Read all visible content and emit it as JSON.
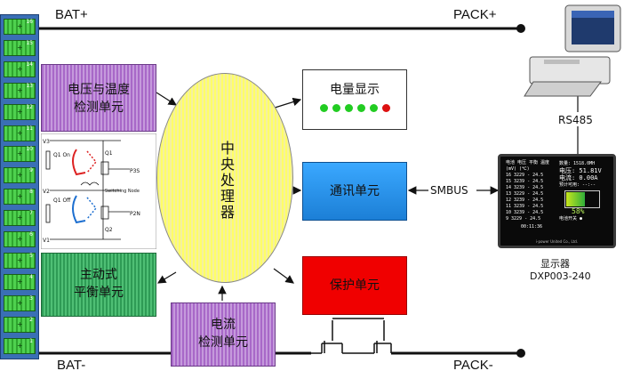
{
  "labels": {
    "bat_plus": "BAT+",
    "pack_plus": "PACK+",
    "bat_minus": "BAT-",
    "pack_minus": "PACK-",
    "rs485": "RS485",
    "smbus": "SMBUS"
  },
  "blocks": {
    "voltage_temp": "电压与温度\n检测单元",
    "cpu": "中央处理器",
    "soc_display": "电量显示",
    "comm": "通讯单元",
    "protect": "保护单元",
    "balance": "主动式\n平衡单元",
    "current": "电流\n检测单元"
  },
  "display": {
    "name": "显示器",
    "model": "DXP003-240"
  },
  "led_colors": [
    "#22cc22",
    "#22cc22",
    "#22cc22",
    "#22cc22",
    "#22cc22",
    "#dd1111"
  ],
  "cells": [
    "16",
    "15",
    "14",
    "13",
    "12",
    "11",
    "10",
    "9",
    "8",
    "7",
    "6",
    "5",
    "4",
    "3",
    "2",
    "1"
  ],
  "schematic": {
    "v3": "V3",
    "v2": "V2",
    "v1": "V1",
    "q1_on": "Q1 On",
    "q1_off": "Q1 Off",
    "q1": "Q1",
    "q2": "Q2",
    "p3s": "P3S",
    "p2n": "P2N",
    "node": "Switching Node"
  },
  "screen": {
    "header": "电池 电压 平衡 温度",
    "units": "(mV)      (℃)",
    "rows": [
      "16 3229 -  24.5",
      "15 3239 -  24.5",
      "14 3239 -  24.5",
      "13 3229 -  24.5",
      "12 3239 -  24.5",
      "11 3239 -  24.5",
      "10 3239 -  24.5",
      "9  3229 -  24.5"
    ],
    "count": "数量: 1518.0MH",
    "voltage": "电压: 51.81V",
    "current": "电流: 0.00A",
    "remain": "预计可用: --:--",
    "percent": "58%",
    "percent_value": 0.58,
    "time": "00:11:36",
    "switch": "电池开关 ●",
    "footer": "i-power United Co., Ltd."
  }
}
